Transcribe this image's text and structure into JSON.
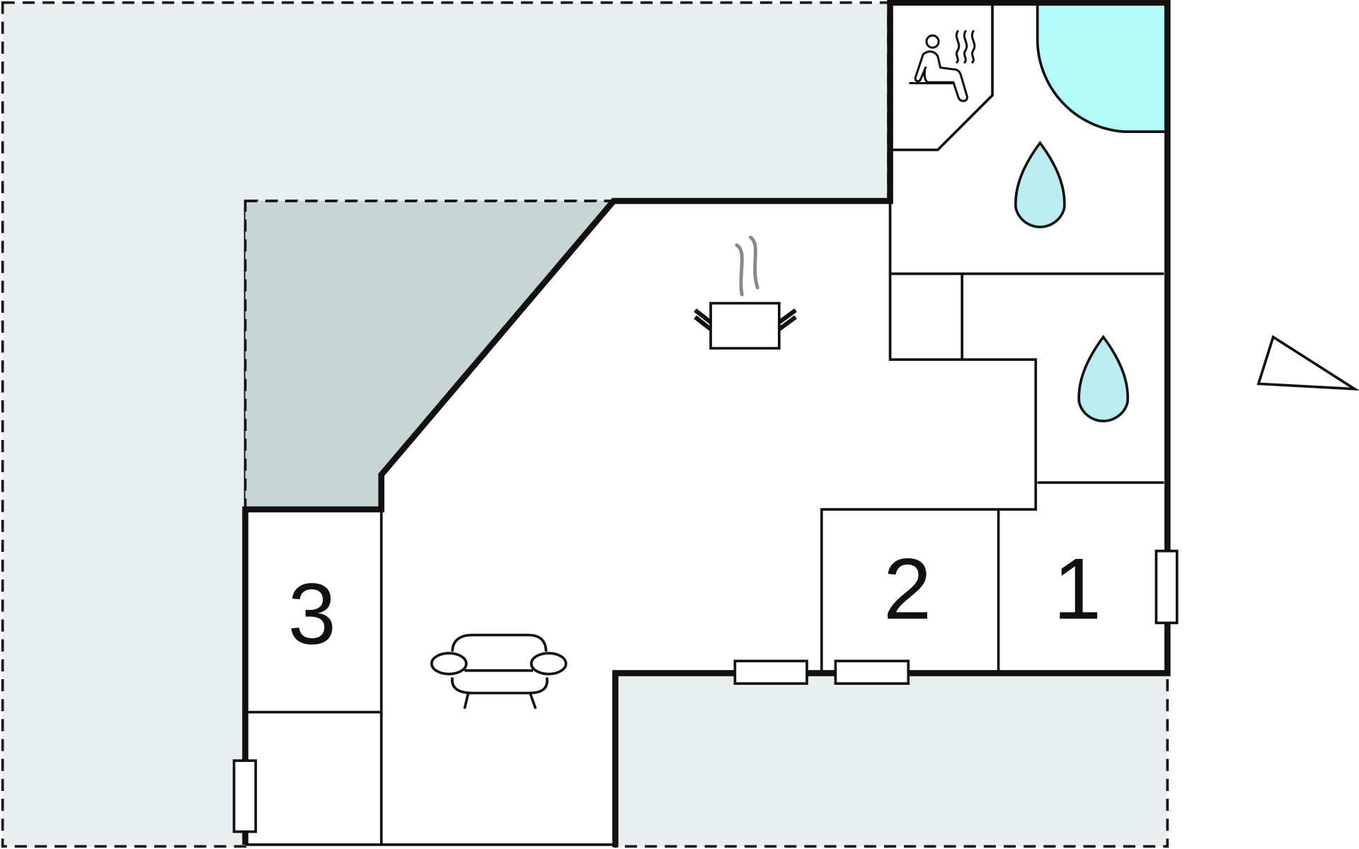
{
  "floor_plan": {
    "rooms": [
      {
        "id": "bedroom-1",
        "label": "1"
      },
      {
        "id": "bedroom-2",
        "label": "2"
      },
      {
        "id": "bedroom-3",
        "label": "3"
      }
    ],
    "icons": [
      "sauna-icon",
      "shower-drop-icon",
      "kitchen-pot-icon",
      "sofa-icon",
      "north-arrow-icon"
    ],
    "colors": {
      "terrace": "#e9eeee",
      "covered_area": "#c8d5d5",
      "shower": "#b3fbfb",
      "water_drop": "#b9edf2",
      "wall": "#111111"
    }
  }
}
